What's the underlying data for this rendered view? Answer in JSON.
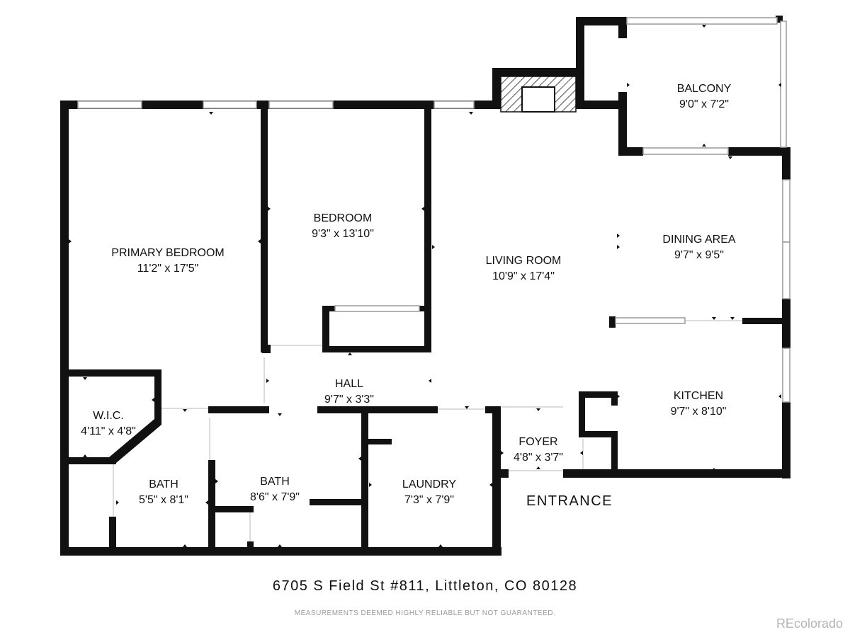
{
  "rooms": [
    {
      "id": "primary-bedroom",
      "name": "PRIMARY BEDROOM",
      "dims": "11'2\" x 17'5\""
    },
    {
      "id": "bedroom",
      "name": "BEDROOM",
      "dims": "9'3\" x 13'10\""
    },
    {
      "id": "living-room",
      "name": "LIVING ROOM",
      "dims": "10'9\" x 17'4\""
    },
    {
      "id": "dining-area",
      "name": "DINING AREA",
      "dims": "9'7\" x 9'5\""
    },
    {
      "id": "balcony",
      "name": "BALCONY",
      "dims": "9'0\" x 7'2\""
    },
    {
      "id": "hall",
      "name": "HALL",
      "dims": "9'7\" x 3'3\""
    },
    {
      "id": "wic",
      "name": "W.I.C.",
      "dims": "4'11\" x 4'8\""
    },
    {
      "id": "bath-1",
      "name": "BATH",
      "dims": "5'5\" x 8'1\""
    },
    {
      "id": "bath-2",
      "name": "BATH",
      "dims": "8'6\" x 7'9\""
    },
    {
      "id": "laundry",
      "name": "LAUNDRY",
      "dims": "7'3\" x 7'9\""
    },
    {
      "id": "foyer",
      "name": "FOYER",
      "dims": "4'8\" x 3'7\""
    },
    {
      "id": "kitchen",
      "name": "KITCHEN",
      "dims": "9'7\" x 8'10\""
    }
  ],
  "entrance_label": "ENTRANCE",
  "address": "6705 S Field St #811, Littleton, CO 80128",
  "disclaimer": "MEASUREMENTS DEEMED HIGHLY RELIABLE BUT NOT GUARANTEED.",
  "watermark": "REcolorado",
  "colors": {
    "wall": "#111111",
    "window": "#9a9a9a",
    "watermark": "#b5b5b5"
  }
}
